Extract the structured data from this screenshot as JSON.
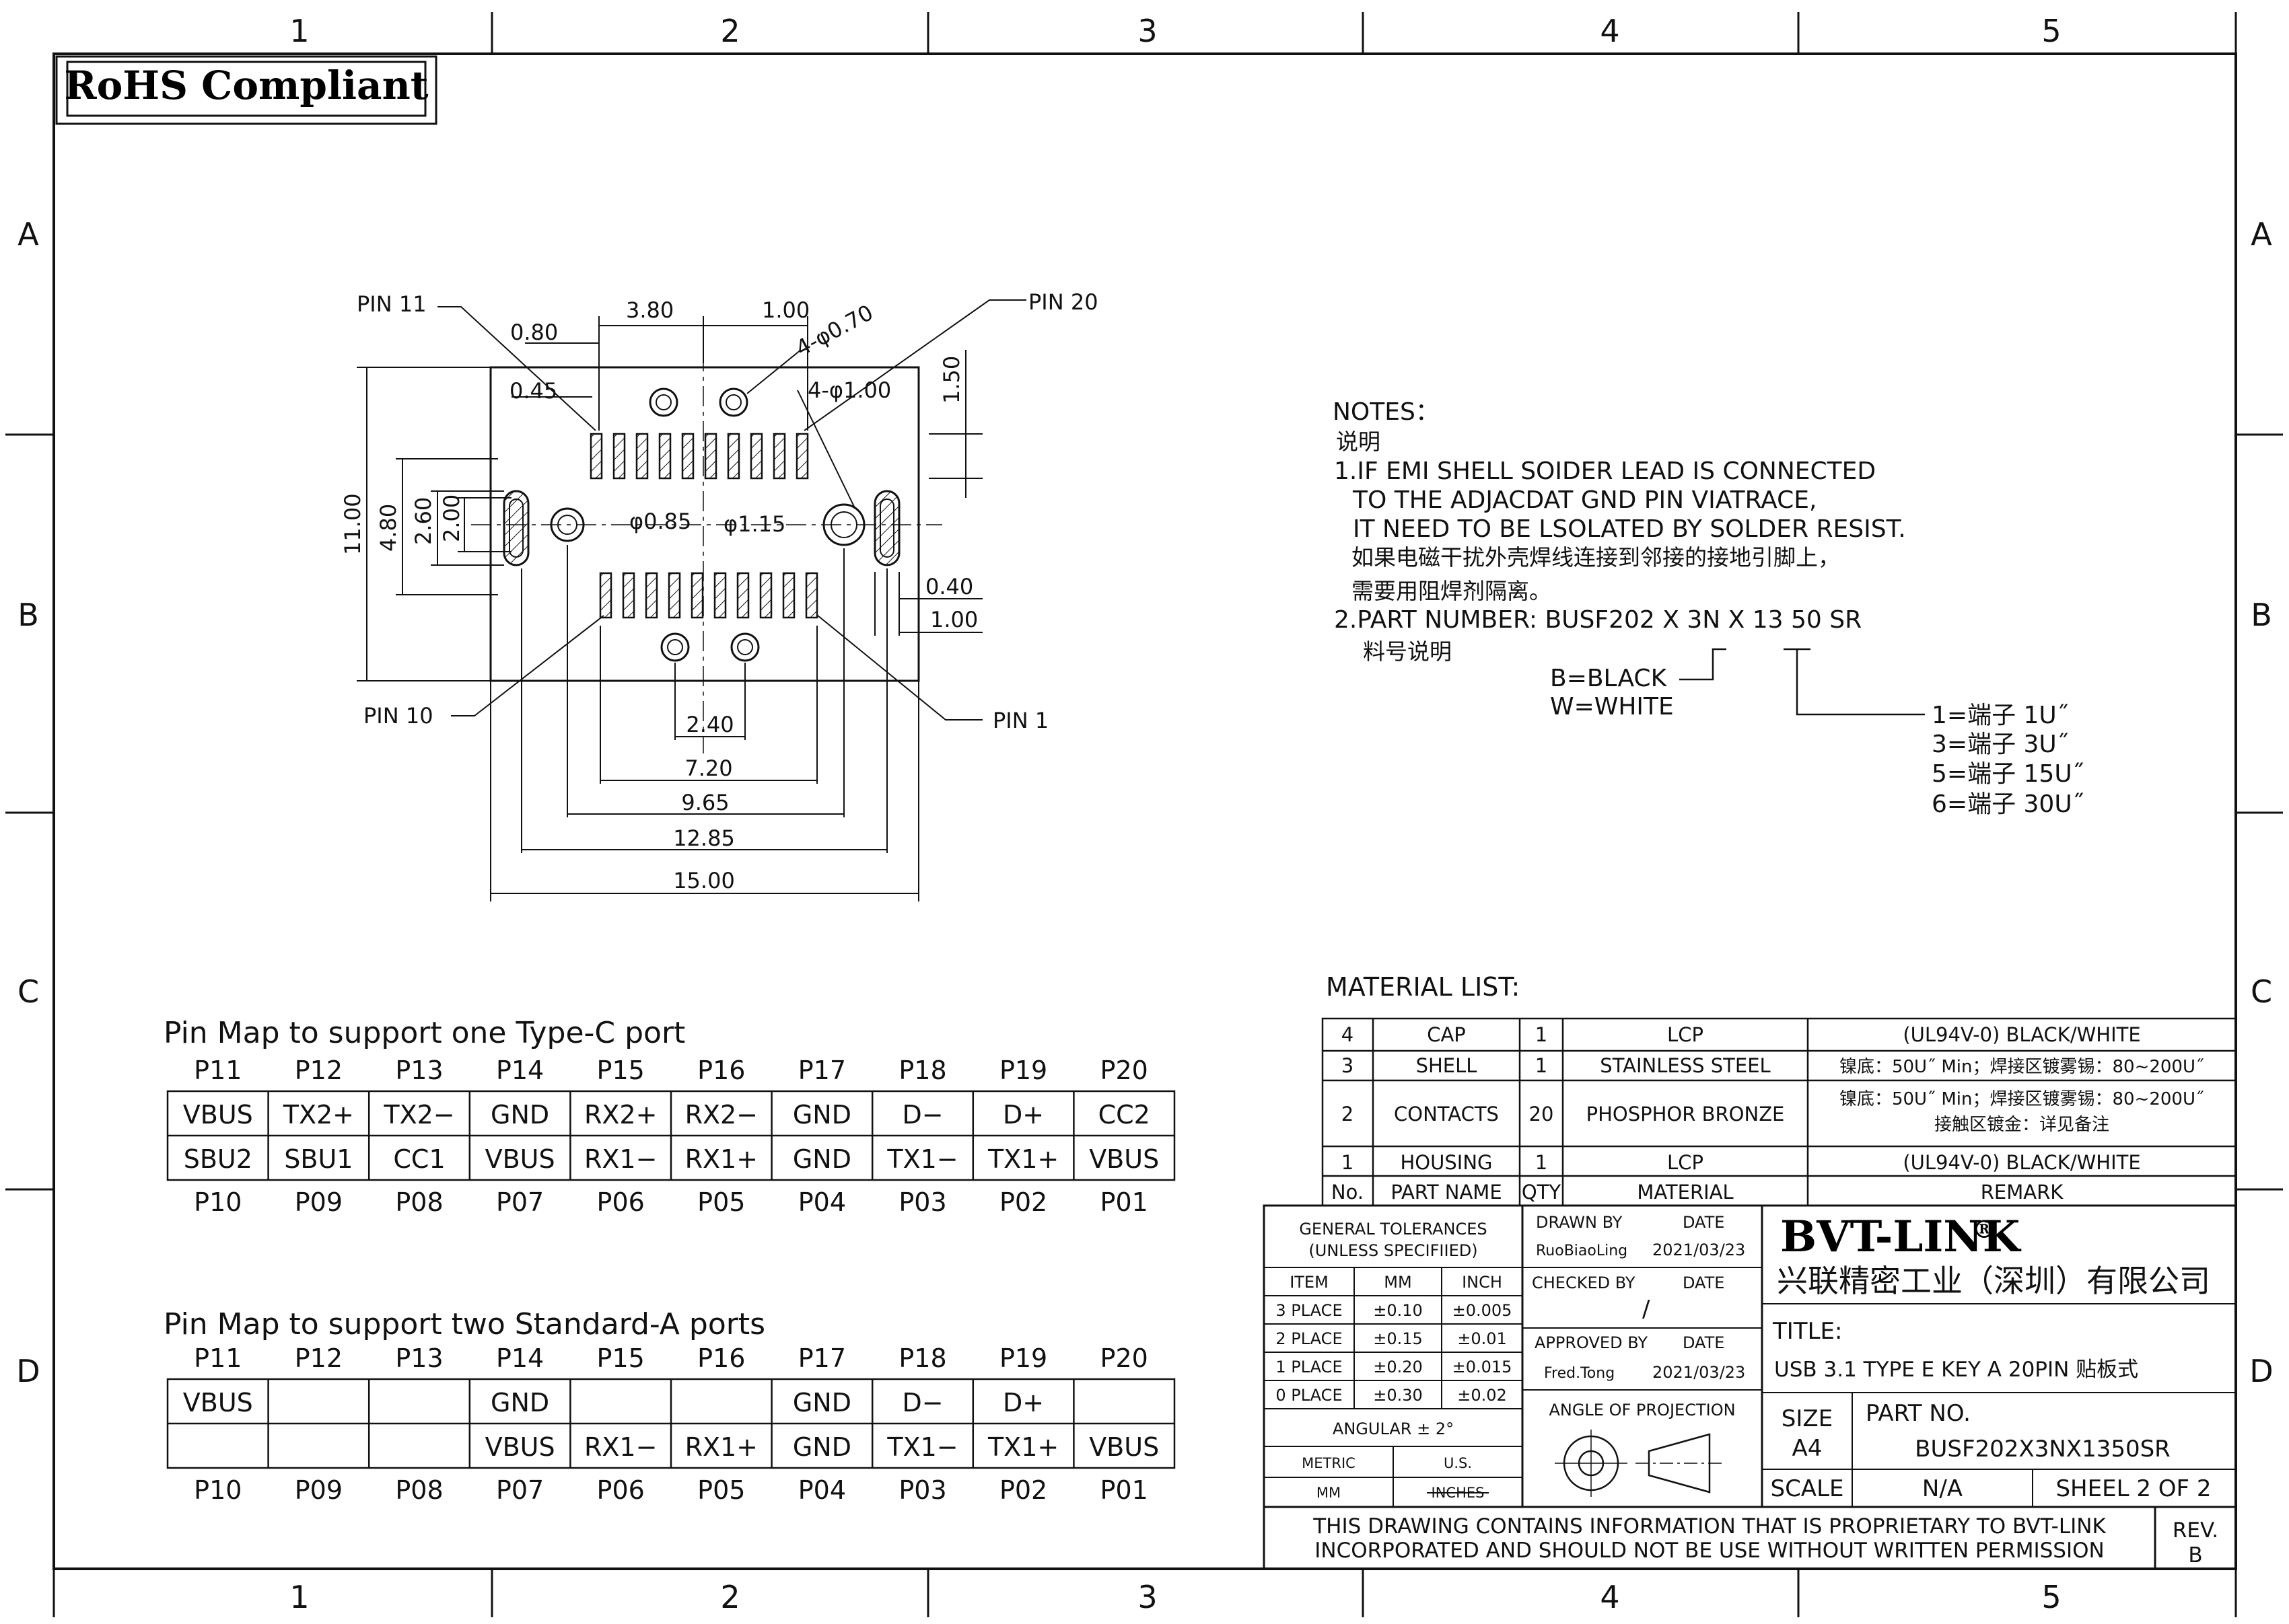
{
  "frame": {
    "col_labels": [
      "1",
      "2",
      "3",
      "4",
      "5"
    ],
    "row_labels": [
      "A",
      "B",
      "C",
      "D"
    ]
  },
  "rohs": "RoHS Compliant",
  "drawing": {
    "pin11": "PIN 11",
    "pin20": "PIN 20",
    "pin10": "PIN 10",
    "pin1": "PIN 1",
    "dims": {
      "d080": "0.80",
      "d380": "3.80",
      "d100top": "1.00",
      "d4x070": "4-φ0.70",
      "d045": "0.45",
      "d4x100": "4-φ1.00",
      "d150": "1.50",
      "d1100": "11.00",
      "d480": "4.80",
      "d260": "2.60",
      "d200": "2.00",
      "d085": "φ0.85",
      "d115": "φ1.15",
      "d040": "0.40",
      "d100side": "1.00",
      "d240": "2.40",
      "d720": "7.20",
      "d965": "9.65",
      "d1285": "12.85",
      "d1500": "15.00"
    }
  },
  "notes": {
    "title": "NOTES：",
    "title_cn": "说明",
    "n1_l1": "1.IF EMI SHELL SOIDER LEAD IS CONNECTED",
    "n1_l2": "TO THE ADJACDAT GND PIN VIATRACE,",
    "n1_l3": "IT NEED TO BE LSOLATED BY SOLDER RESIST.",
    "n1_cn1": "如果电磁干扰外壳焊线连接到邻接的接地引脚上，",
    "n1_cn2": "需要用阻焊剂隔离。",
    "n2": "2.PART NUMBER: BUSF202 X 3N X 13 50 SR",
    "n2_cn": "料号说明",
    "black": "B=BLACK",
    "white": "W=WHITE",
    "opts": [
      "1=端子 1U˝",
      "3=端子 3U˝",
      "5=端子 15U˝",
      "6=端子 30U˝"
    ]
  },
  "pinmap1": {
    "title": "Pin Map to support one Type-C port",
    "top": [
      "P11",
      "P12",
      "P13",
      "P14",
      "P15",
      "P16",
      "P17",
      "P18",
      "P19",
      "P20"
    ],
    "row1": [
      "VBUS",
      "TX2+",
      "TX2−",
      "GND",
      "RX2+",
      "RX2−",
      "GND",
      "D−",
      "D+",
      "CC2"
    ],
    "row2": [
      "SBU2",
      "SBU1",
      "CC1",
      "VBUS",
      "RX1−",
      "RX1+",
      "GND",
      "TX1−",
      "TX1+",
      "VBUS"
    ],
    "bottom": [
      "P10",
      "P09",
      "P08",
      "P07",
      "P06",
      "P05",
      "P04",
      "P03",
      "P02",
      "P01"
    ]
  },
  "pinmap2": {
    "title": "Pin Map to support two Standard-A ports",
    "top": [
      "P11",
      "P12",
      "P13",
      "P14",
      "P15",
      "P16",
      "P17",
      "P18",
      "P19",
      "P20"
    ],
    "row1": [
      "VBUS",
      "",
      "",
      "GND",
      "",
      "",
      "GND",
      "D−",
      "D+",
      ""
    ],
    "row2": [
      "",
      "",
      "",
      "VBUS",
      "RX1−",
      "RX1+",
      "GND",
      "TX1−",
      "TX1+",
      "VBUS"
    ],
    "bottom": [
      "P10",
      "P09",
      "P08",
      "P07",
      "P06",
      "P05",
      "P04",
      "P03",
      "P02",
      "P01"
    ]
  },
  "material": {
    "title": "MATERIAL LIST:",
    "rows": [
      [
        "4",
        "CAP",
        "1",
        "LCP",
        "(UL94V-0) BLACK/WHITE"
      ],
      [
        "3",
        "SHELL",
        "1",
        "STAINLESS STEEL",
        "镍底：50U˝ Min；焊接区镀雾锡：80~200U˝"
      ],
      [
        "2",
        "CONTACTS",
        "20",
        "PHOSPHOR BRONZE",
        "镍底：50U˝ Min；焊接区镀雾锡：80~200U˝"
      ],
      [
        "1",
        "HOUSING",
        "1",
        "LCP",
        "(UL94V-0) BLACK/WHITE"
      ]
    ],
    "row2_extra": "接触区镀金：详见备注",
    "header": [
      "No.",
      "PART NAME",
      "QTY",
      "MATERIAL",
      "REMARK"
    ]
  },
  "titleblock": {
    "gen_tol_1": "GENERAL TOLERANCES",
    "gen_tol_2": "(UNLESS SPECIFIIED)",
    "tol_header": [
      "ITEM",
      "MM",
      "INCH"
    ],
    "tol_rows": [
      [
        "3 PLACE",
        "±0.10",
        "±0.005"
      ],
      [
        "2 PLACE",
        "±0.15",
        "±0.01"
      ],
      [
        "1 PLACE",
        "±0.20",
        "±0.015"
      ],
      [
        "0 PLACE",
        "±0.30",
        "±0.02"
      ]
    ],
    "angular": "ANGULAR ± 2°",
    "metric": "METRIC",
    "us": "U.S.",
    "mm": "MM",
    "inches": "INCHES",
    "drawn_by": "DRAWN BY",
    "date": "DATE",
    "drawn_name": "RuoBiaoLing",
    "drawn_date": "2021/03/23",
    "checked_by": "CHECKED BY",
    "checked_mark": "/",
    "approved_by": "APPROVED BY",
    "approved_name": "Fred.Tong",
    "approved_date": "2021/03/23",
    "angle_proj": "ANGLE OF PROJECTION",
    "company_logo": "BVT-LINK",
    "reg_mark": "®",
    "company_cn": "兴联精密工业（深圳）有限公司",
    "title_label": "TITLE:",
    "title_value": "USB 3.1 TYPE E KEY A 20PIN 贴板式",
    "size_label": "SIZE",
    "size_value": "A4",
    "part_no_label": "PART NO.",
    "part_no_value": "BUSF202X3NX1350SR",
    "scale_label": "SCALE",
    "scale_value": "N/A",
    "sheet": "SHEEL 2 OF 2",
    "notice_1": "THIS DRAWING CONTAINS INFORMATION THAT IS PROPRIETARY TO BVT-LINK",
    "notice_2": "INCORPORATED AND SHOULD NOT BE USE WITHOUT WRITTEN PERMISSION",
    "rev_label": "REV.",
    "rev_value": "B"
  }
}
